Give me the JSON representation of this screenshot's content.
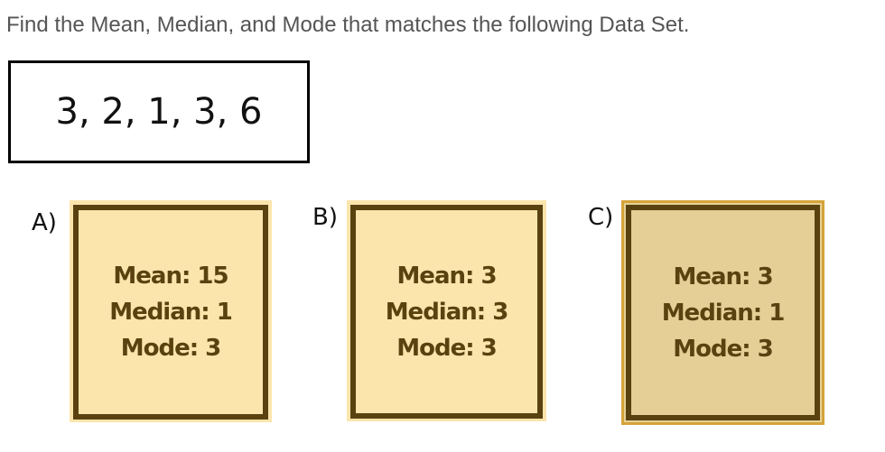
{
  "question": "Find the Mean, Median, and Mode that matches the following Data Set.",
  "dataset": "3, 2, 1, 3, 6",
  "options": [
    {
      "label": "A)",
      "mean": "Mean: 15",
      "median": "Median: 1",
      "mode": "Mode: 3",
      "selected": false
    },
    {
      "label": "B)",
      "mean": "Mean: 3",
      "median": "Median: 3",
      "mode": "Mode: 3",
      "selected": false
    },
    {
      "label": "C)",
      "mean": "Mean: 3",
      "median": "Median: 1",
      "mode": "Mode: 3",
      "selected": true
    }
  ],
  "colors": {
    "card": "#fbe5ac",
    "card_selected": "#e6cf96",
    "border": "#5a4210",
    "selected_outline": "#d4a43a"
  }
}
